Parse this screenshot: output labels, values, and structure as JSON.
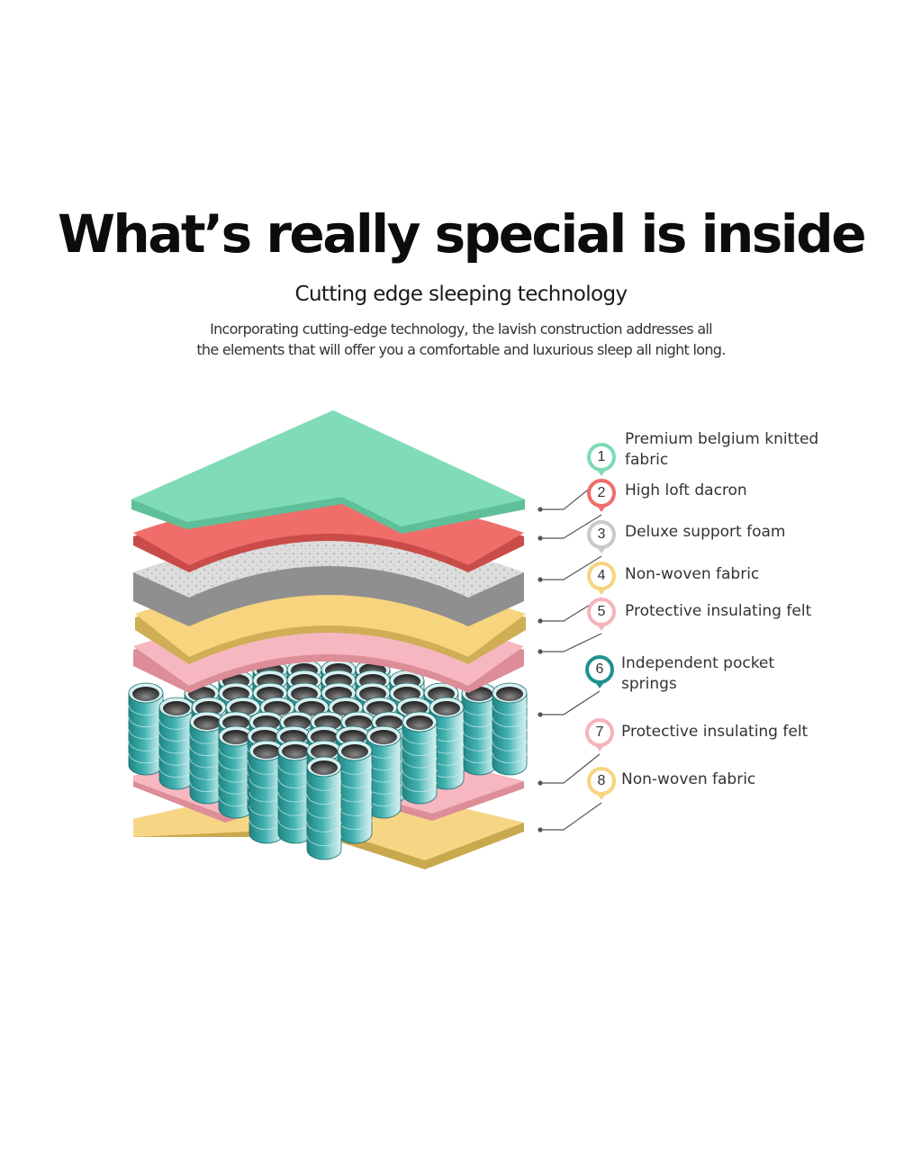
{
  "header": {
    "title": "What’s really special is inside",
    "subtitle": "Cutting edge sleeping technology",
    "description_lines": [
      "Incorporating cutting-edge technology, the lavish construction addresses all",
      "the elements that will offer you a comfortable and luxurious sleep all night long."
    ]
  },
  "layers": [
    {
      "number": "1",
      "label_lines": [
        "Premium belgium knitted",
        "fabric"
      ],
      "color": "#7ddcb4",
      "badge_color": "#7ddcb4"
    },
    {
      "number": "2",
      "label_lines": [
        "High loft dacron"
      ],
      "color": "#ef6e6a",
      "badge_color": "#ef6e6a"
    },
    {
      "number": "3",
      "label_lines": [
        "Deluxe support foam"
      ],
      "color": "#c9c9c9",
      "badge_color": "#c9c9c9"
    },
    {
      "number": "4",
      "label_lines": [
        "Non-woven fabric"
      ],
      "color": "#f7d47e",
      "badge_color": "#f7d47e"
    },
    {
      "number": "5",
      "label_lines": [
        "Protective insulating felt"
      ],
      "color": "#f5b3bd",
      "badge_color": "#f5b3bd"
    },
    {
      "number": "6",
      "label_lines": [
        "Independent pocket",
        "springs"
      ],
      "color": "#3aa6a5",
      "badge_color": "#1f9290"
    },
    {
      "number": "7",
      "label_lines": [
        "Protective insulating felt"
      ],
      "color": "#f5b3bd",
      "badge_color": "#f5b3bd"
    },
    {
      "number": "8",
      "label_lines": [
        "Non-woven fabric"
      ],
      "color": "#f7d47e",
      "badge_color": "#f7d47e"
    }
  ]
}
